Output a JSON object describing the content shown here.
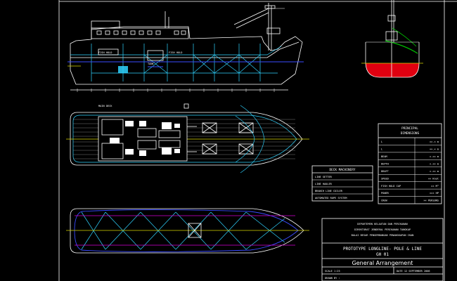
{
  "colors": {
    "background": "#000000",
    "line": "#ffffff",
    "cyan": "#2fd3ff",
    "blue": "#3a4bff",
    "yellow": "#d9d400",
    "magenta": "#d400d4",
    "green": "#00c000",
    "red": "#e00010"
  },
  "drawing": {
    "deck_label": "MAIN DECK",
    "fish_hold_label_1": "FISH HOLD",
    "fish_hold_label_2": "FISH HOLD",
    "tank_label": "TANK"
  },
  "principal": {
    "title_1": "PRINCIPAL",
    "title_2": "DIMENSIONS",
    "rows": [
      {
        "label": "L",
        "value": "××.× m"
      },
      {
        "label": "L",
        "value": "××.× m"
      },
      {
        "label": "BEAM",
        "value": "×.×× m"
      },
      {
        "label": "DEPTH",
        "value": "×.×× m"
      },
      {
        "label": "DRAFT",
        "value": "×.×× m"
      },
      {
        "label": "SPEED",
        "value": "×× Knot"
      },
      {
        "label": "FISH HOLD CAP",
        "value": "×× M³"
      },
      {
        "label": "POWER",
        "value": "××× HP"
      },
      {
        "label": "CREW",
        "value": "×× PERSONS"
      }
    ]
  },
  "deck_machinery": {
    "title": "DECK MACHINERY",
    "items": [
      "LINE SETTER",
      "LINE HAULER",
      "BRANCH LINE COILER",
      "AUTOMATED ROPE SYSTEM"
    ]
  },
  "title_block": {
    "line1": "DEPARTEMEN KELAUTAN DAN PERIKANAN",
    "line2": "DIREKTORAT JENDERAL PERIKANAN TANGKAP",
    "line3": "BALAI BESAR PENGEMBANGAN PENANGKAPAN IKAN",
    "project_1": "PROTOTYPE LONGLINE- POLE & LINE",
    "project_2": "GH 01",
    "drawing_title": "General Arrangement",
    "scale": "SCALE 1:25",
    "date": "DATE 12 SEPTEMBER 2006",
    "drawn": "DRAWN BY :"
  }
}
